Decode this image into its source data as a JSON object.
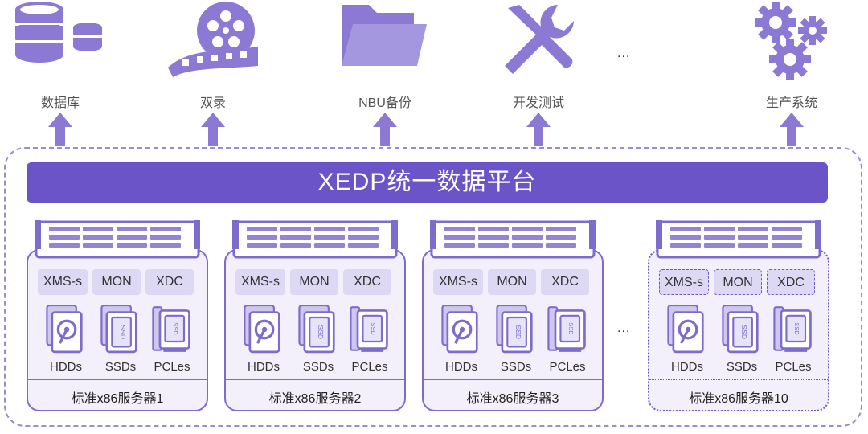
{
  "colors": {
    "accent": "#6a54c8",
    "icon": "#7e6ccc",
    "server_bg": "#f3f0fb",
    "chip_bg": "#ddd8f3"
  },
  "top_items": [
    {
      "label": "数据库",
      "icon": "database-icon"
    },
    {
      "label": "双录",
      "icon": "film-reel-icon"
    },
    {
      "label": "NBU备份",
      "icon": "folder-icon"
    },
    {
      "label": "开发测试",
      "icon": "tools-icon"
    },
    {
      "label": "生产系统",
      "icon": "gears-icon"
    }
  ],
  "top_ellipsis": "...",
  "platform_title": "XEDP统一数据平台",
  "servers": [
    {
      "name": "标准x86服务器1",
      "modules": [
        "XMS-s",
        "MON",
        "XDC"
      ],
      "devices": [
        "HDDs",
        "SSDs",
        "PCLes"
      ]
    },
    {
      "name": "标准x86服务器2",
      "modules": [
        "XMS-s",
        "MON",
        "XDC"
      ],
      "devices": [
        "HDDs",
        "SSDs",
        "PCLes"
      ]
    },
    {
      "name": "标准x86服务器3",
      "modules": [
        "XMS-s",
        "MON",
        "XDC"
      ],
      "devices": [
        "HDDs",
        "SSDs",
        "PCLes"
      ]
    },
    {
      "name": "标准x86服务器10",
      "modules": [
        "XMS-s",
        "MON",
        "XDC"
      ],
      "devices": [
        "HDDs",
        "SSDs",
        "PCLes"
      ]
    }
  ],
  "server_ellipsis": "..."
}
